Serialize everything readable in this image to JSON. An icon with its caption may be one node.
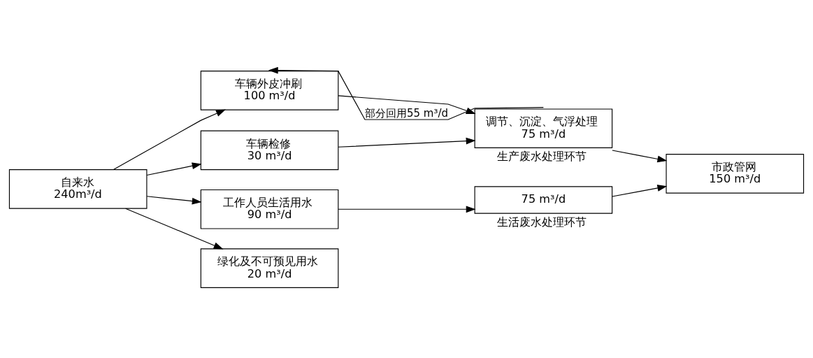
{
  "diagram": {
    "nodes": [
      {
        "text": [
          "自来水",
          "240m³/d"
        ]
      },
      {
        "text": [
          "车辆外皮冲刷",
          "100 m³/d"
        ]
      },
      {
        "text": [
          "车辆检修",
          "30 m³/d"
        ]
      },
      {
        "text": [
          "工作人员生活用水",
          "90 m³/d"
        ]
      },
      {
        "text": [
          "绿化及不可预见用水",
          "20 m³/d"
        ]
      },
      {
        "text": [
          "调节、沉淀、气浮处理",
          "75 m³/d"
        ],
        "beside": [
          "生产废水处理环节"
        ]
      },
      {
        "text": [
          "75 m³/d"
        ],
        "beside": [
          "生活废水处理环节"
        ]
      },
      {
        "text": [
          "市政管网",
          "150 m³/d"
        ]
      }
    ],
    "edges": [
      {
        "from": 0,
        "to": 1,
        "arrow": "to"
      },
      {
        "from": 0,
        "to": 2,
        "arrow": "to"
      },
      {
        "from": 0,
        "to": 3,
        "arrow": "to"
      },
      {
        "from": 0,
        "to": 4,
        "arrow": "to"
      },
      {
        "from": 1,
        "to": 5,
        "arrow": "to"
      },
      {
        "from": 2,
        "to": 5,
        "arrow": "to"
      },
      {
        "from": 5,
        "to": 1,
        "arrow": "to",
        "label": "部分回用55 m³/d"
      },
      {
        "from": 5,
        "to": 7,
        "arrow": "to"
      },
      {
        "from": 3,
        "to": 6,
        "arrow": "to"
      },
      {
        "from": 6,
        "to": 7,
        "arrow": "to"
      }
    ]
  }
}
